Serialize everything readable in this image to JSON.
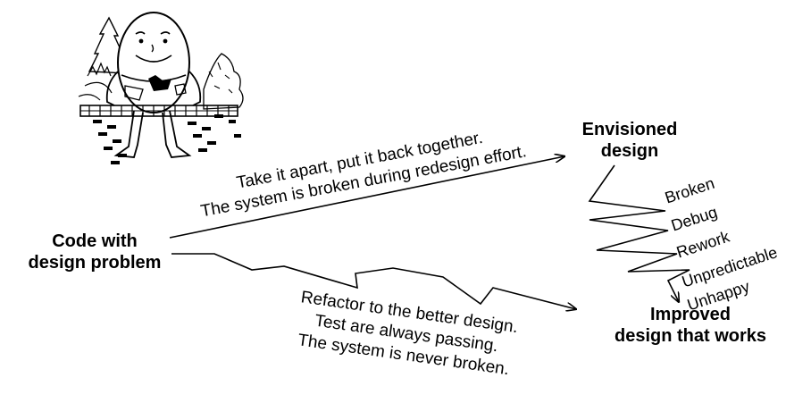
{
  "nodes": {
    "start": [
      "Code with",
      "design problem"
    ],
    "envisioned": [
      "Envisioned",
      "design"
    ],
    "improved": [
      "Improved",
      "design that works"
    ]
  },
  "paths": {
    "redesign": [
      "Take it apart, put it back together.",
      "The system is broken during redesign effort."
    ],
    "refactor": [
      "Refactor to the better design.",
      "Test are always passing.",
      "The system is never broken."
    ]
  },
  "struggle_labels": [
    "Broken",
    "Debug",
    "Rework",
    "Unpredictable",
    "Unhappy"
  ],
  "illustration": "humpty-dumpty-on-wall"
}
